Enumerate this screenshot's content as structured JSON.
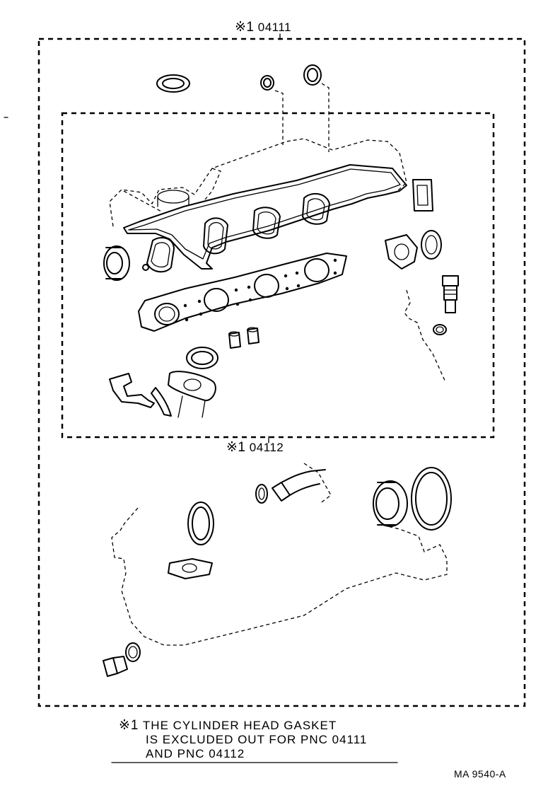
{
  "labels": {
    "upper_kit": {
      "mark": "※1",
      "code": "04111"
    },
    "lower_kit": {
      "mark": "※1",
      "code": "04112"
    }
  },
  "note": {
    "mark": "※1",
    "line1": "THE CYLINDER HEAD GASKET",
    "line2": "IS EXCLUDED OUT FOR PNC 04111",
    "line3": "AND PNC 04112"
  },
  "drawing_code": "MA  9540-A"
}
